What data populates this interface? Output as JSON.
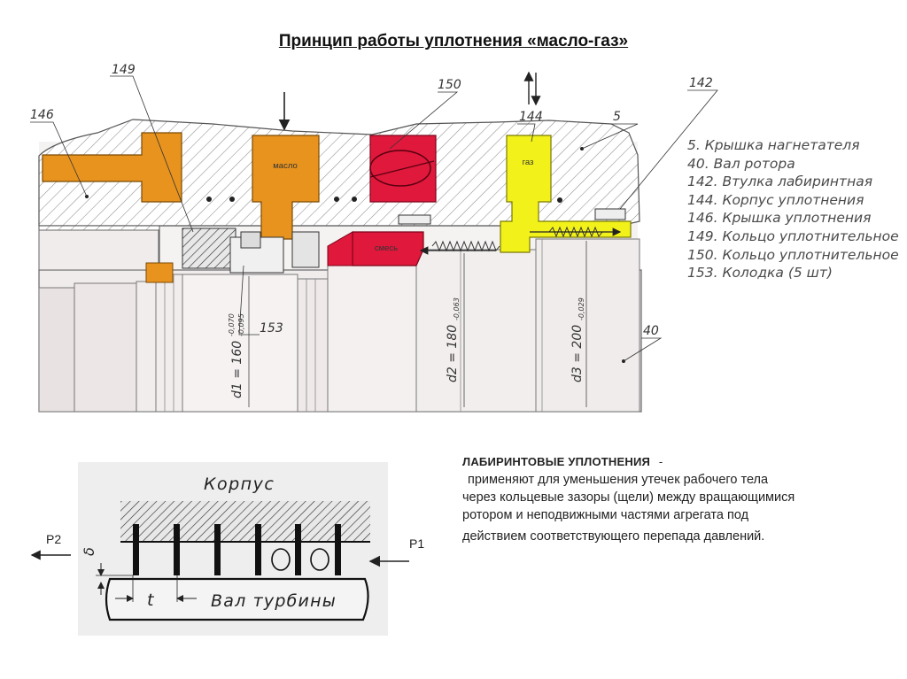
{
  "title": "Принцип работы уплотнения «масло-газ»",
  "seal_diagram": {
    "callouts": [
      "149",
      "146",
      "150",
      "144",
      "142",
      "5",
      "153",
      "40"
    ],
    "zone_labels": {
      "oil": "масло",
      "mixture": "смесь",
      "gas": "газ"
    },
    "dimensions": {
      "d1": "d1 = 160",
      "d1_tol_upper": "-0,070",
      "d1_tol_lower": "-0,095",
      "d2": "d2 = 180",
      "d2_tol": "-0,063",
      "d3": "d3 = 200",
      "d3_tol": "-0,029"
    },
    "colors": {
      "oil": "#E8931E",
      "mixture": "#E0183C",
      "gas": "#F2F21A",
      "hatch": "#9a9a9a"
    }
  },
  "legend": [
    "5. Крышка нагнетателя",
    "40. Вал ротора",
    "142. Втулка лабиринтная",
    "144. Корпус уплотнения",
    "146. Крышка уплотнения",
    "149. Кольцо уплотнительное",
    "150. Кольцо уплотнительное",
    "153. Колодка (5 шт)"
  ],
  "labyrinth_diagram": {
    "housing_label": "Корпус",
    "shaft_label": "Вал турбины",
    "pressure_left": "P2",
    "pressure_right": "P1",
    "gap_label": "δ",
    "pitch_label": "t"
  },
  "labyrinth_text": {
    "heading": "ЛАБИРИНТОВЫЕ УПЛОТНЕНИЯ",
    "dash": "-",
    "line1": "применяют для уменьшения утечек рабочего тела",
    "line2": "через кольцевые зазоры (щели) между вращающимися",
    "line3": "ротором и неподвижными частями агрегата под",
    "line4": "действием соответствующего перепада давлений."
  }
}
